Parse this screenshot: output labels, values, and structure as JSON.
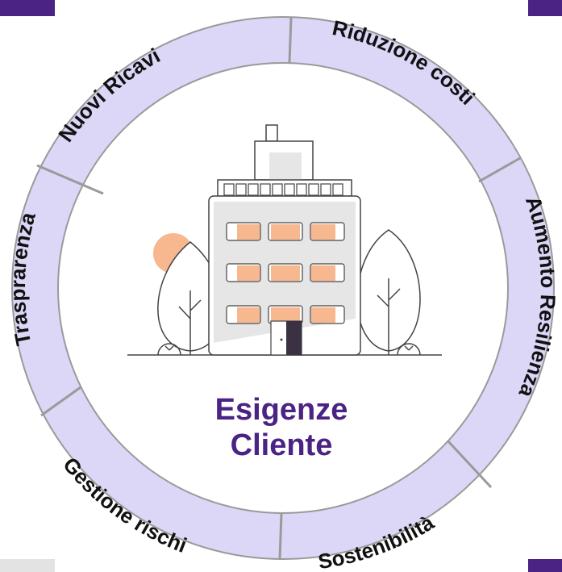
{
  "diagram": {
    "center_title_line1": "Esigenze",
    "center_title_line2": "Cliente",
    "segments": [
      {
        "label": "Nuovi Ricavi"
      },
      {
        "label": "Riduzione costi"
      },
      {
        "label": "Aumento Resilienza"
      },
      {
        "label": "Sostenibilità"
      },
      {
        "label": "Gestione rischi"
      },
      {
        "label": "Trasprarenza"
      }
    ]
  },
  "colors": {
    "ring_fill": "#dcd6f7",
    "ring_stroke": "#9a9a9a",
    "accent": "#4b2384",
    "window_fill": "#f7b78f",
    "sun": "#f7b78f",
    "building_shade": "#e6e6e6"
  },
  "icons": {
    "illustration": "office-building-with-trees"
  }
}
